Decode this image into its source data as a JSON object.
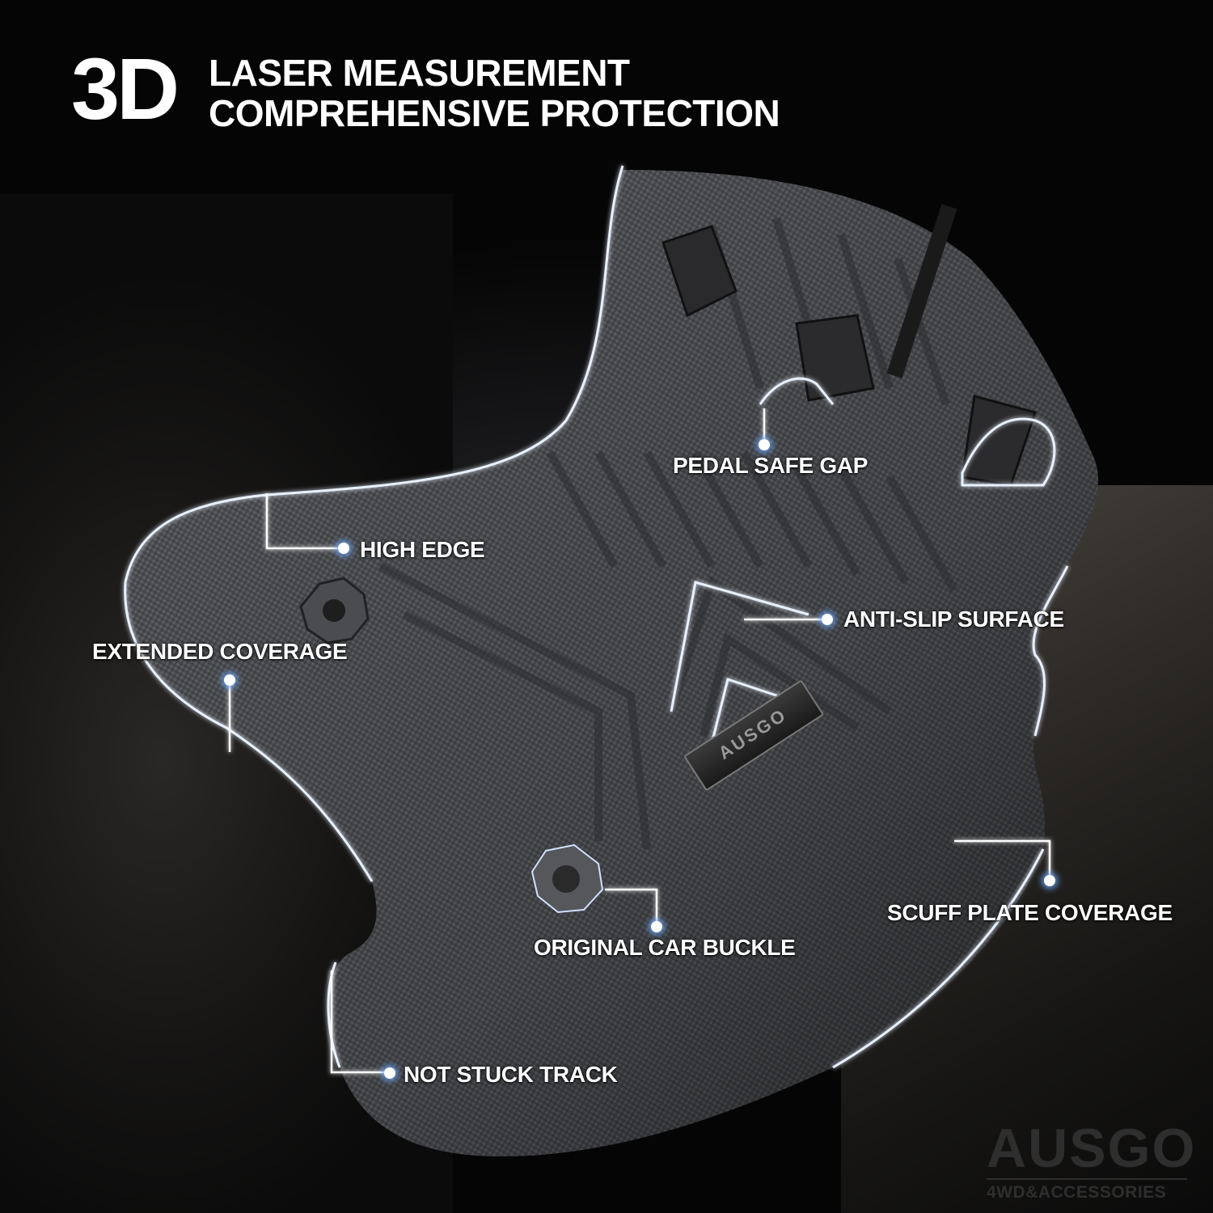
{
  "header": {
    "big_text": "3D",
    "line1": "LASER MEASUREMENT",
    "line2": "COMPREHENSIVE PROTECTION"
  },
  "callouts": [
    {
      "id": "pedal-safe-gap",
      "label": "PEDAL SAFE GAP"
    },
    {
      "id": "high-edge",
      "label": "HIGH EDGE"
    },
    {
      "id": "anti-slip-surface",
      "label": "ANTI-SLIP SURFACE"
    },
    {
      "id": "extended-coverage",
      "label": "EXTENDED COVERAGE"
    },
    {
      "id": "original-car-buckle",
      "label": "ORIGINAL CAR BUCKLE"
    },
    {
      "id": "scuff-plate-coverage",
      "label": "SCUFF PLATE COVERAGE"
    },
    {
      "id": "not-stuck-track",
      "label": "NOT STUCK TRACK"
    }
  ],
  "mat_badge": "AUSGO",
  "brand": {
    "name": "AUSGO",
    "tagline": "4WD&ACCESSORIES"
  },
  "colors": {
    "background": "#000000",
    "text": "#ffffff",
    "outline_glow": "#6eaaff",
    "mat": "#5a5c60"
  }
}
